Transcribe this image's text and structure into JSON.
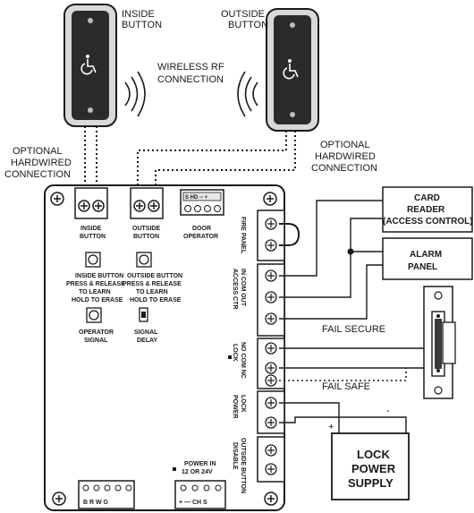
{
  "buttons": {
    "inside_line1": "INSIDE",
    "inside_line2": "BUTTON",
    "outside_line1": "OUTSIDE",
    "outside_line2": "BUTTON"
  },
  "wireless": {
    "line1": "WIRELESS RF",
    "line2": "CONNECTION"
  },
  "optional_left": {
    "line1": "OPTIONAL",
    "line2": "HARDWIRED",
    "line3": "CONNECTION"
  },
  "optional_right": {
    "line1": "OPTIONAL",
    "line2": "HARDWIRED",
    "line3": "CONNECTION"
  },
  "board": {
    "inside_term_line1": "INSIDE",
    "inside_term_line2": "BUTTON",
    "outside_term_line1": "OUTSIDE",
    "outside_term_line2": "BUTTON",
    "door_op_line1": "DOOR",
    "door_op_line2": "OPERATOR",
    "door_pins": "S HD -- +",
    "learn_inside_1": "INSIDE BUTTON",
    "learn_inside_2": "PRESS & RELEASE",
    "learn_inside_3": "TO LEARN",
    "learn_inside_4": "HOLD TO ERASE",
    "learn_outside_1": "OUTSIDE BUTTON",
    "learn_outside_2": "PRESS & RELEASE",
    "learn_outside_3": "TO LEARN",
    "learn_outside_4": "HOLD TO ERASE",
    "op_signal_1": "OPERATOR",
    "op_signal_2": "SIGNAL",
    "sig_delay_1": "SIGNAL",
    "sig_delay_2": "DELAY",
    "fire_panel": "FIRE PANEL",
    "access_ctr_1": "IN  COM  OUT",
    "access_ctr_2": "ACCESS CTR",
    "lock_1": "NO  COM  NC",
    "lock_2": "LOCK",
    "lock_power_1": "LOCK",
    "lock_power_2": "POWER",
    "outside_disable_1": "OUTSIDE BUTTON",
    "outside_disable_2": "DISABLE",
    "power_in_1": "POWER IN",
    "power_in_2": "12 OR 24V",
    "power_pins": "+  —  CH  S",
    "brwg": "B  R  W  G"
  },
  "card_reader": {
    "line1": "CARD",
    "line2": "READER",
    "line3": "(ACCESS CONTROL)"
  },
  "alarm_panel": {
    "line1": "ALARM",
    "line2": "PANEL"
  },
  "fail_secure": "FAIL SECURE",
  "fail_safe": "FAIL SAFE",
  "lock_supply": {
    "line1": "LOCK",
    "line2": "POWER",
    "line3": "SUPPLY",
    "plus": "+",
    "minus": "-"
  }
}
